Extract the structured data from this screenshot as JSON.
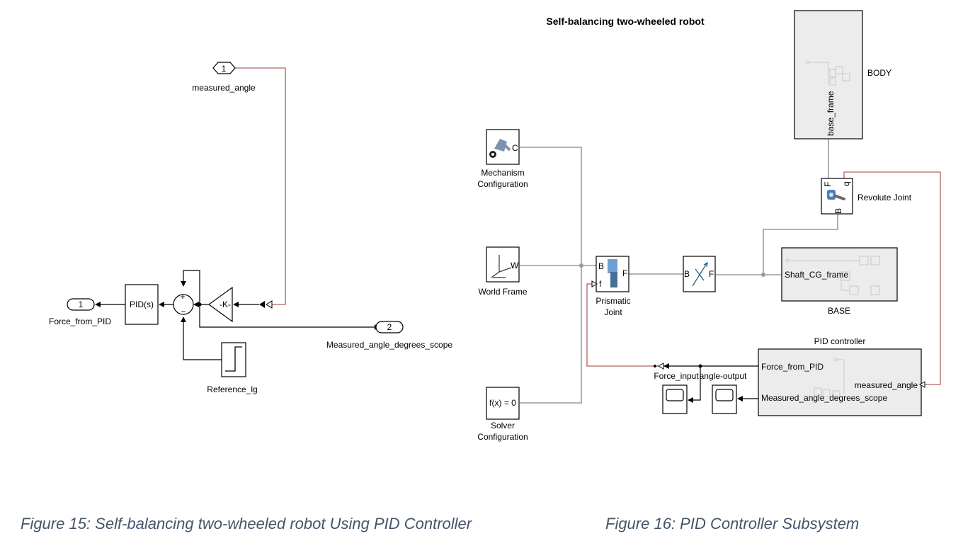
{
  "left": {
    "inport_angle": {
      "number": "1",
      "label": "measured_angle"
    },
    "gain": {
      "text": "-K-"
    },
    "sum": {
      "plus": "+",
      "minus": "−"
    },
    "pid": {
      "text": "PID(s)"
    },
    "outport_force": {
      "number": "1",
      "label": "Force_from_PID"
    },
    "outport_scope": {
      "number": "2",
      "label": "Measured_angle_degrees_scope"
    },
    "step": {
      "label": "Reference_lg"
    }
  },
  "right": {
    "title": "Self-balancing two-wheeled robot",
    "body": {
      "label": "BODY",
      "port": "base_frame"
    },
    "revolute": {
      "label": "Revolute Joint",
      "port_f": "F",
      "port_b": "B",
      "port_q": "q"
    },
    "mechanism": {
      "label1": "Mechanism",
      "label2": "Configuration",
      "port": "C"
    },
    "world": {
      "label": "World Frame",
      "port": "W"
    },
    "prismatic": {
      "label1": "Prismatic",
      "label2": "Joint",
      "port_b": "B",
      "port_f": "F",
      "port_force": "f"
    },
    "transform": {
      "port_b": "B",
      "port_f": "F"
    },
    "base": {
      "label": "BASE",
      "port": "Shaft_CG_frame"
    },
    "pid_sub": {
      "title": "PID controller",
      "port_force": "Force_from_PID",
      "port_scope": "Measured_angle_degrees_scope",
      "port_angle": "measured_angle"
    },
    "force_input": "Force_input",
    "angle_output": "angle-output",
    "solver": {
      "text": "f(x) = 0",
      "label1": "Solver",
      "label2": "Configuration"
    }
  },
  "captions": {
    "fig15": "Figure 15: Self-balancing two-wheeled robot Using PID Controller",
    "fig16": "Figure 16: PID Controller Subsystem"
  },
  "colors": {
    "signal_line": "#000000",
    "physical_line": "#9a9a9a",
    "feedback_line": "#b06060",
    "caption_text": "#44546a"
  }
}
